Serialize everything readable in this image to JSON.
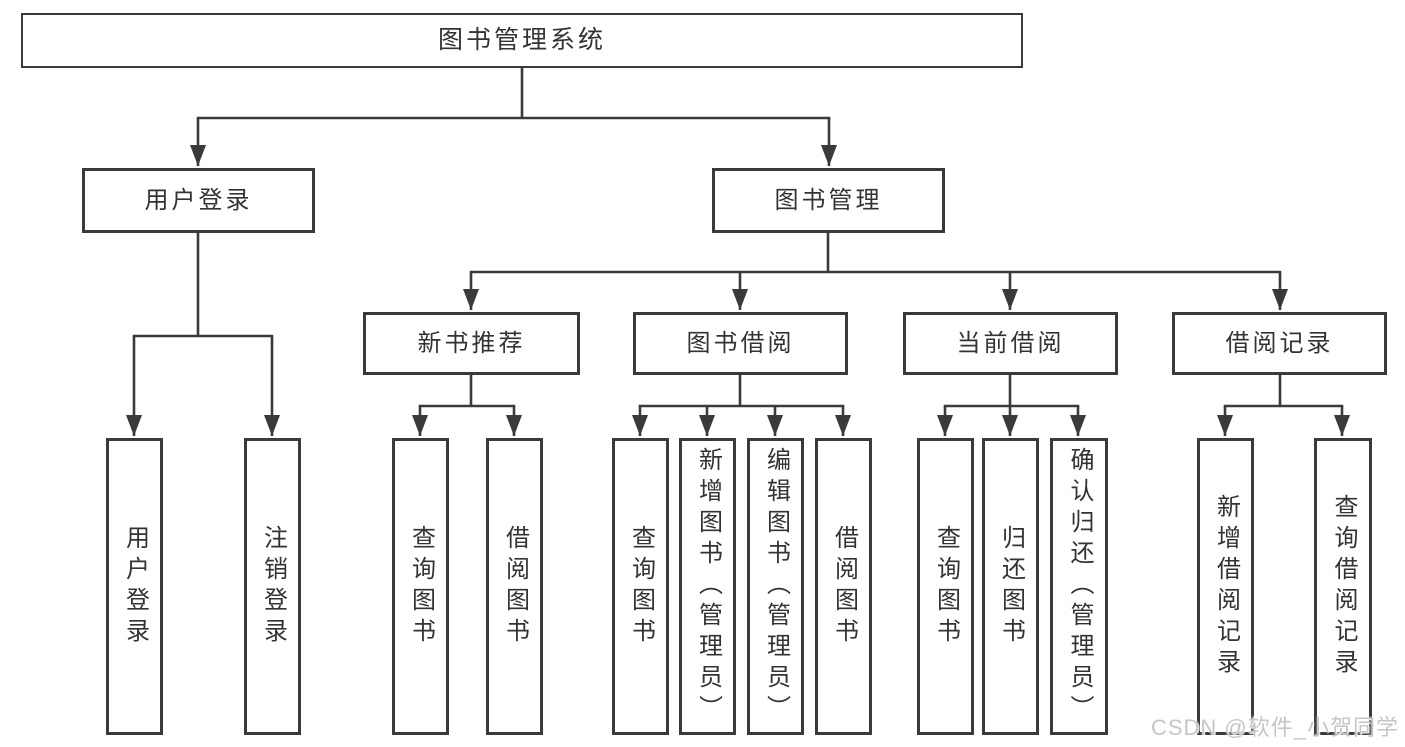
{
  "tree": {
    "label": "图书管理系统",
    "children": [
      {
        "label": "用户登录",
        "children": [
          {
            "label": "用户登录"
          },
          {
            "label": "注销登录"
          }
        ]
      },
      {
        "label": "图书管理",
        "children": [
          {
            "label": "新书推荐",
            "children": [
              {
                "label": "查询图书"
              },
              {
                "label": "借阅图书"
              }
            ]
          },
          {
            "label": "图书借阅",
            "children": [
              {
                "label": "查询图书"
              },
              {
                "label": "新增图书（管理员）"
              },
              {
                "label": "编辑图书（管理员）"
              },
              {
                "label": "借阅图书"
              }
            ]
          },
          {
            "label": "当前借阅",
            "children": [
              {
                "label": "查询图书"
              },
              {
                "label": "归还图书"
              },
              {
                "label": "确认归还（管理员）"
              }
            ]
          },
          {
            "label": "借阅记录",
            "children": [
              {
                "label": "新增借阅记录"
              },
              {
                "label": "查询借阅记录"
              }
            ]
          }
        ]
      }
    ]
  },
  "watermark": {
    "text": "CSDN @软件_小贺同学"
  },
  "colors": {
    "line": "#3a3a3a",
    "text": "#333333",
    "watermark": "#c6c6c6",
    "background": "#ffffff"
  }
}
